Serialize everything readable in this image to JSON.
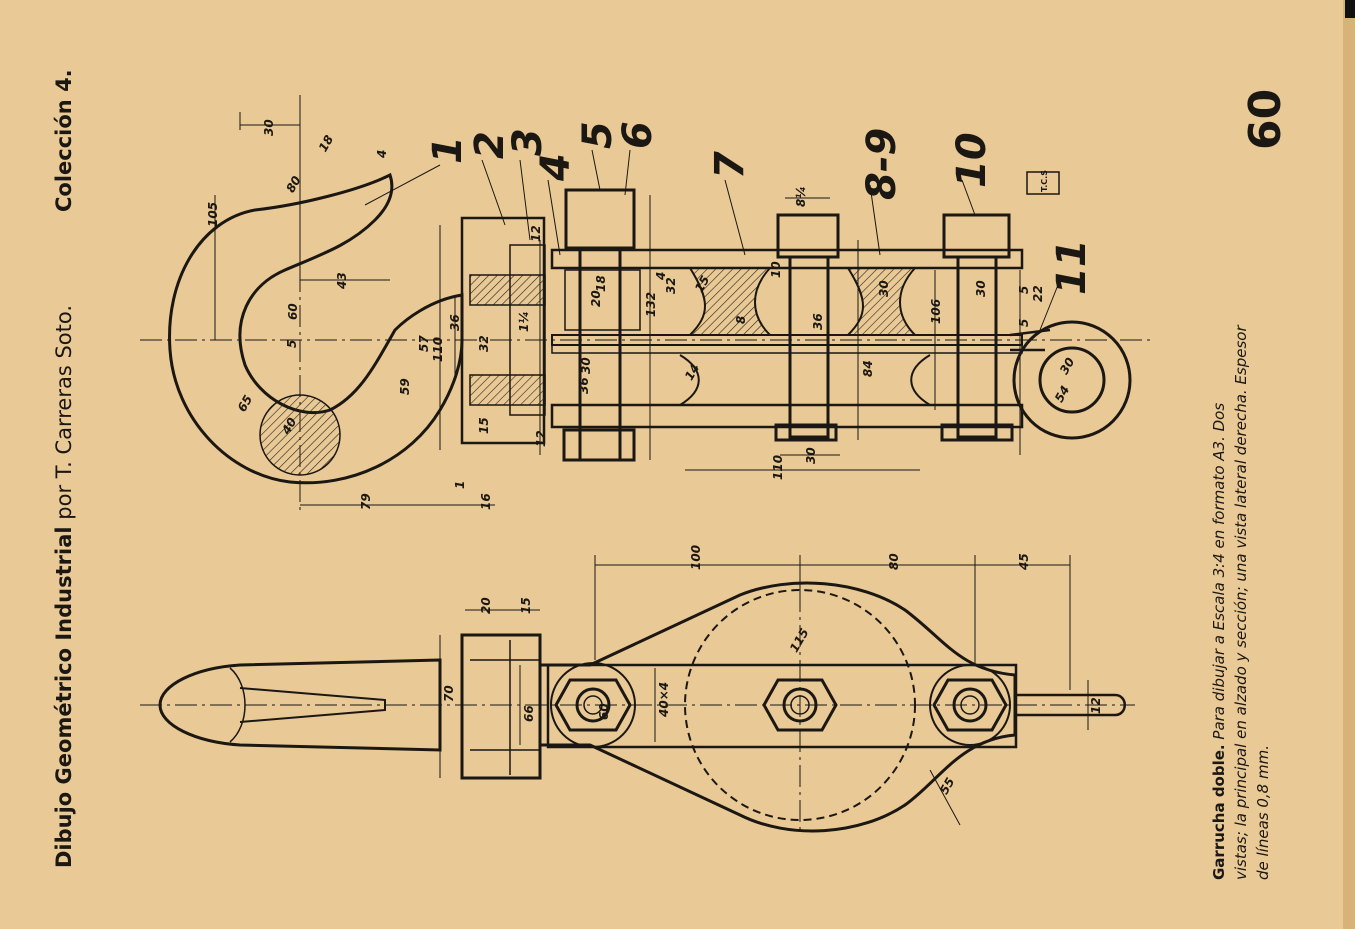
{
  "header": {
    "title_bold": "Dibujo Geométrico Industrial",
    "title_rest": "por T. Carreras Soto.",
    "collection": "Colección 4."
  },
  "page_number": "60",
  "stamp": "T.C.S",
  "caption": {
    "title": "Garrucha doble.",
    "line1": "Para dibujar a Escala 3:4 en formato A3. Dos",
    "line2": "vistas; la principal en alzado y sección; una vista lateral derecha. Espesor",
    "line3": "de líneas 0,8 mm."
  },
  "part_numbers": [
    "1",
    "2",
    "3",
    "4",
    "5",
    "6",
    "7",
    "8-9",
    "10",
    "11"
  ],
  "dimensions_top": [
    "30",
    "80",
    "18",
    "4",
    "105",
    "43",
    "60",
    "5",
    "65",
    "40",
    "59",
    "110",
    "57",
    "36",
    "32",
    "1¼",
    "12",
    "15",
    "79",
    "16",
    "1",
    "18",
    "20",
    "30",
    "36",
    "132",
    "32",
    "14",
    "4",
    "15",
    "8",
    "8¼",
    "30",
    "84",
    "106",
    "36",
    "12",
    "30",
    "110",
    "30",
    "5",
    "22",
    "5",
    "54",
    "30",
    "10"
  ],
  "dimensions_bottom": [
    "100",
    "80",
    "45",
    "20",
    "15",
    "70",
    "66",
    "40×4",
    "115",
    "60",
    "12",
    "55"
  ],
  "colors": {
    "paper": "#e9c995",
    "ink": "#1b1713",
    "shade": "#2a241c"
  }
}
